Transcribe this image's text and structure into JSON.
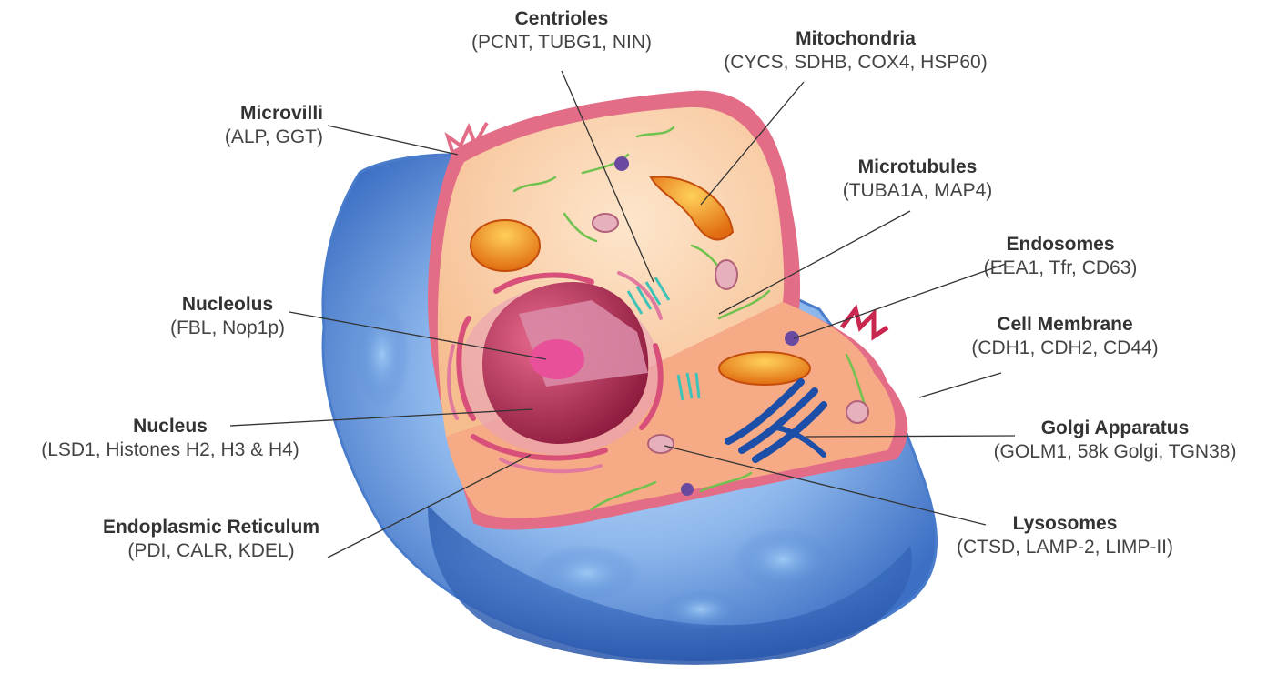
{
  "organelles": [
    {
      "key": "centrioles",
      "name": "Centrioles",
      "markers": "(PCNT, TUBG1, NIN)"
    },
    {
      "key": "mitochondria",
      "name": "Mitochondria",
      "markers": "(CYCS, SDHB, COX4, HSP60)"
    },
    {
      "key": "microvilli",
      "name": "Microvilli",
      "markers": "(ALP, GGT)"
    },
    {
      "key": "microtubules",
      "name": "Microtubules",
      "markers": "(TUBA1A, MAP4)"
    },
    {
      "key": "endosomes",
      "name": "Endosomes",
      "markers": "(EEA1, Tfr, CD63)"
    },
    {
      "key": "nucleolus",
      "name": "Nucleolus",
      "markers": "(FBL, Nop1p)"
    },
    {
      "key": "cell_membrane",
      "name": "Cell Membrane",
      "markers": "(CDH1, CDH2, CD44)"
    },
    {
      "key": "nucleus",
      "name": "Nucleus",
      "markers": "(LSD1, Histones H2, H3 & H4)"
    },
    {
      "key": "golgi",
      "name": "Golgi Apparatus",
      "markers": "(GOLM1, 58k Golgi, TGN38)"
    },
    {
      "key": "er",
      "name": "Endoplasmic Reticulum",
      "markers": "(PDI, CALR, KDEL)"
    },
    {
      "key": "lysosomes",
      "name": "Lysosomes",
      "markers": "(CTSD, LAMP-2, LIMP-II)"
    }
  ],
  "colors": {
    "cell_outer": "#5b8ed6",
    "cytoplasm": "#f8c9a0",
    "membrane": "#e0607a",
    "nucleus": "#c43a5e",
    "nucleolus": "#e8509a",
    "mitochondria": "#f29a1a",
    "golgi": "#1d4fa8",
    "er": "#d8507a",
    "microtubule": "#6fc24e",
    "leader_line": "#333333"
  }
}
